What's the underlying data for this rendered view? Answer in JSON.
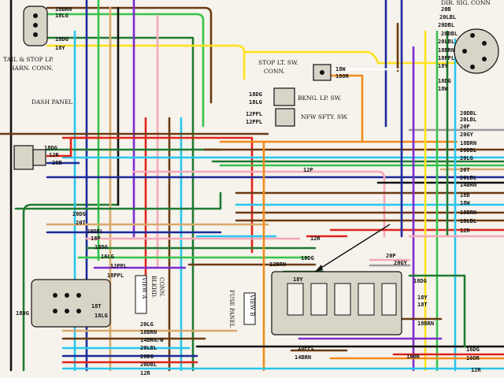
{
  "captions": {
    "tail_stop": "TAIL & STOP LP.",
    "harn_conn": "HARN. CONN.",
    "dash_panel": "DASH PANEL",
    "stop_lt": "STOP LT. SW.",
    "stop_conn": "CONN.",
    "bkng": "BKNG. LP. SW.",
    "nfw": "NFW SFTY. SW.",
    "dir_sig": "DIR. SIG. CONN",
    "view_a": "VIEW A",
    "blkhd": "BLKHD.",
    "blkhd_conn": "CONN.",
    "view_b": "VIEW B",
    "fuse_panel": "FUSE PANEL"
  },
  "labels": {
    "t18brn": "18BRN",
    "t18lg": "18LG",
    "t18dg": "18DG",
    "t18y": "18Y",
    "m18dg": "18DG",
    "m18lg": "18LG",
    "m12ppl_a": "12PPL",
    "m12ppl_b": "12PPL",
    "s18w": "18W",
    "s18or": "18OR",
    "l18dg": "18DG",
    "l12r": "12R",
    "l20b": "20B",
    "r20b": "20B",
    "r20lbl": "20LBL",
    "r20dbl": "20DBL",
    "r20dbl2": "20DBL",
    "r20lbl2": "20LBL",
    "r18brn": "18BRN",
    "r18ppl": "18PPL",
    "r18y": "18Y",
    "r18dg": "18DG",
    "r18w": "18W",
    "c20dbl": "20DBL",
    "c20lbl": "20LBL",
    "c20p": "20P",
    "c20gy": "20GY",
    "c18brn": "18BRN",
    "c20dbl2": "20DBL",
    "c20lg": "20LG",
    "m12p": "12P",
    "c20t": "20T",
    "c20lbl3": "20LBL",
    "c14brn": "14BRN",
    "c18b": "18B",
    "c18w": "18W",
    "c18brn2": "18BRN",
    "c18lbl": "18LBL",
    "c12r": "12R",
    "a20dg": "20DG",
    "a20t": "20T",
    "a20dbl": "20DBL",
    "a18p": "18P",
    "a18dg": "18DG",
    "a16lg": "16LG",
    "a12ppl": "12PPL",
    "a18ppl": "18PPL",
    "a18t": "18T",
    "a18lg": "18LG",
    "a20lg": "20LG",
    "a18brn": "18BRN",
    "a14brnw": "14BRN/W",
    "a20lbl": "20LBL",
    "a20dbl2": "20DBL",
    "a12r": "12R",
    "a20dg2": "20DG",
    "a18dg3": "18DG",
    "f12r": "12R",
    "f12brn": "12BRN",
    "f18dg": "18DG",
    "f18y": "18Y",
    "f20p": "20P",
    "f20gy": "20GY",
    "f18dg2": "18DG",
    "f18y2": "18Y",
    "f18t": "18T",
    "f18brn": "18BRN",
    "f18ppl": "18PPL",
    "f14brn": "14BRN",
    "f16or": "16OR",
    "b16dg": "16DG",
    "b16or": "16OR",
    "b12r": "12R"
  },
  "colors": {
    "brown": "#6b3b12",
    "light_green": "#37c34a",
    "dark_green": "#1f7a32",
    "yellow": "#ffe11a",
    "light_blue": "#28c6ee",
    "dark_blue": "#1c2a9c",
    "purple": "#7d2bd0",
    "red": "#e0241b",
    "orange": "#f08a1c",
    "pink": "#f6a8b8",
    "tan": "#d8a86a",
    "gray": "#9a9a9a",
    "black": "#111111",
    "white": "#ffffff"
  }
}
